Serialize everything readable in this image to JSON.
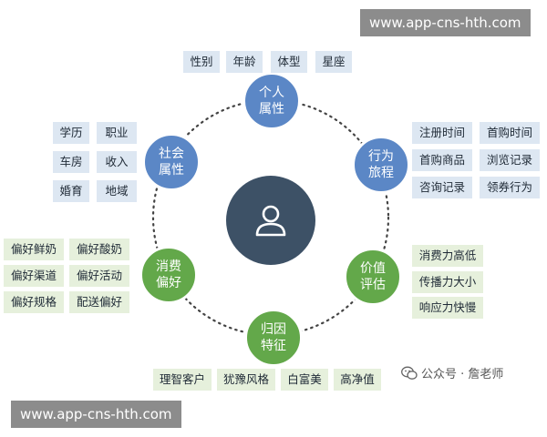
{
  "watermark": {
    "top": "www.app-cns-hth.com",
    "bottom": "www.app-cns-hth.com"
  },
  "credit": {
    "text": "公众号 · 詹老师"
  },
  "colors": {
    "blue": "#5b87c6",
    "green": "#63a84a",
    "center": "#3d5166",
    "tag_blue": "#dde7f2",
    "tag_green": "#e6f0dc"
  },
  "center_icon": "user-icon",
  "nodes": {
    "personal": {
      "line1": "个人",
      "line2": "属性",
      "tags": [
        "性别",
        "年龄",
        "体型",
        "星座"
      ]
    },
    "behavior": {
      "line1": "行为",
      "line2": "旅程",
      "tags": [
        "注册时间",
        "首购时间",
        "首购商品",
        "浏览记录",
        "咨询记录",
        "领券行为"
      ]
    },
    "value": {
      "line1": "价值",
      "line2": "评估",
      "tags": [
        "消费力高低",
        "传播力大小",
        "响应力快慢"
      ]
    },
    "attribution": {
      "line1": "归因",
      "line2": "特征",
      "tags": [
        "理智客户",
        "犹豫风格",
        "白富美",
        "高净值"
      ]
    },
    "preference": {
      "line1": "消费",
      "line2": "偏好",
      "tags": [
        "偏好鲜奶",
        "偏好酸奶",
        "偏好渠道",
        "偏好活动",
        "偏好规格",
        "配送偏好"
      ]
    },
    "social": {
      "line1": "社会",
      "line2": "属性",
      "tags": [
        "学历",
        "职业",
        "车房",
        "收入",
        "婚育",
        "地域"
      ]
    }
  }
}
